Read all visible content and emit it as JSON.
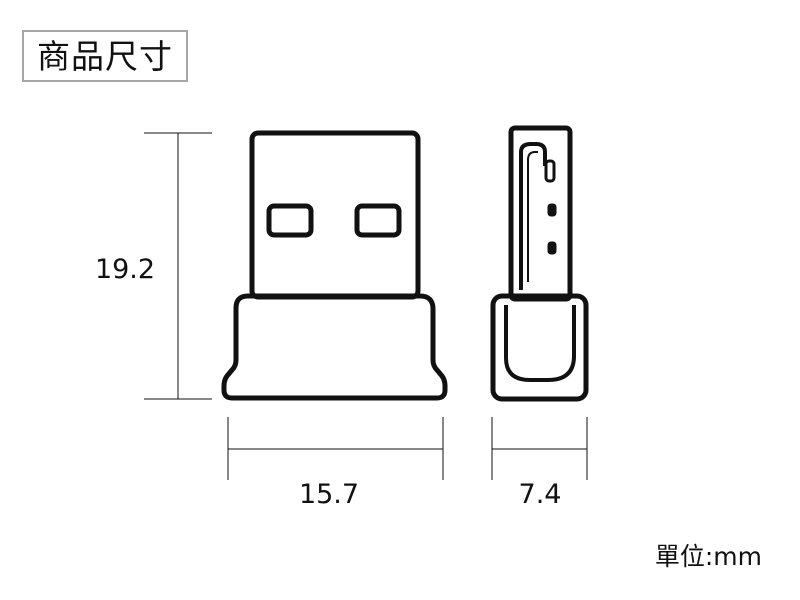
{
  "title": "商品尺寸",
  "dimensions": {
    "height": "19.2",
    "width": "15.7",
    "depth": "7.4"
  },
  "unit_label": "單位:mm"
}
